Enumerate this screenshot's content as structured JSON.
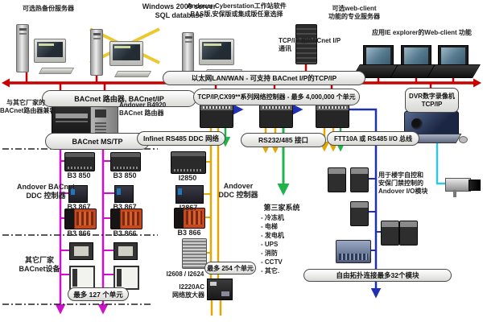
{
  "colors": {
    "bus_red": "#c80000",
    "magenta": "#cc10cc",
    "infinet_yellow": "#e0a800",
    "green": "#22b24c",
    "io_blue": "#2030b0",
    "cyan": "#30c8e0",
    "failover_yellow": "#ecc830"
  },
  "top": {
    "backup_server_label": "可选热备份服务器",
    "win2000_line1": "Windows 2000 server",
    "win2000_line2": "SQL database",
    "cyberstation_line1": "Andover Cyberstation工作站软件",
    "cyberstation_line2": "BAS版,安保版或集成版任意选择",
    "tcpip_line1": "TCP/IP 和BACnet I/P",
    "tcpip_line2": "通讯",
    "webclient_line1": "可选web-client",
    "webclient_line2": "功能的专业服务器",
    "ie_webclient_label": "应用IE explorer的Web-client 功能"
  },
  "buses": {
    "ethernet_label": "以太网LAN/WAN - 可支持 BACnet I/P的TCP/IP",
    "bacnet_router_label": "BACnet 路由器, BACnet/IP",
    "cx99_label": "TCP/IP,CX99**系列网络控制器 - 最多 4,000,000 个单元",
    "dvr_line1": "DVR数字录像机",
    "dvr_line2": "TCP/IP",
    "bacnet_mstp_label": "BACnet MS/TP",
    "infinet_label": "Infinet RS485 DDC 网络",
    "rs232_label": "RS232/485 接口",
    "ftt10a_label": "FTT10A 或 RS485 I/O 总线",
    "max127_label": "最多 127 个单元",
    "max254_label": "最多 254 个单元",
    "free_topology_label": "自由拓扑连接最多32个模块"
  },
  "left": {
    "other_router_line1": "与其它厂家的",
    "other_router_line2": "BACnet路由器兼容",
    "b4920_line1": "Andover B4920",
    "b4920_line2": "BACnet 路由器",
    "ddc_line1": "Andover BACnet",
    "ddc_line2": "DDC 控制器",
    "other_dev_line1": "其它厂家",
    "other_dev_line2": "BACnet设备",
    "b3_850": "B3 850",
    "b3_867": "B3 867",
    "b3_866": "B3 866"
  },
  "middle": {
    "i2850": "I2850",
    "i2867": "I2867",
    "b3_866": "B3 866",
    "i2608": "I2608 / I2624",
    "i2220_line1": "I2220AC",
    "i2220_line2": "网络放大器",
    "ddc_line1": "Andover",
    "ddc_line2": "DDC 控制器",
    "third_party_title": "第三家系统",
    "third_party_items": [
      "- 冷冻机",
      "- 电梯",
      "- 发电机",
      "- UPS",
      "- 消防",
      "- CCTV",
      "- 其它."
    ]
  },
  "right": {
    "io_line1": "用于楼宇自控和",
    "io_line2": "安保门禁控制的",
    "io_line3": "Andover I/O模块"
  }
}
